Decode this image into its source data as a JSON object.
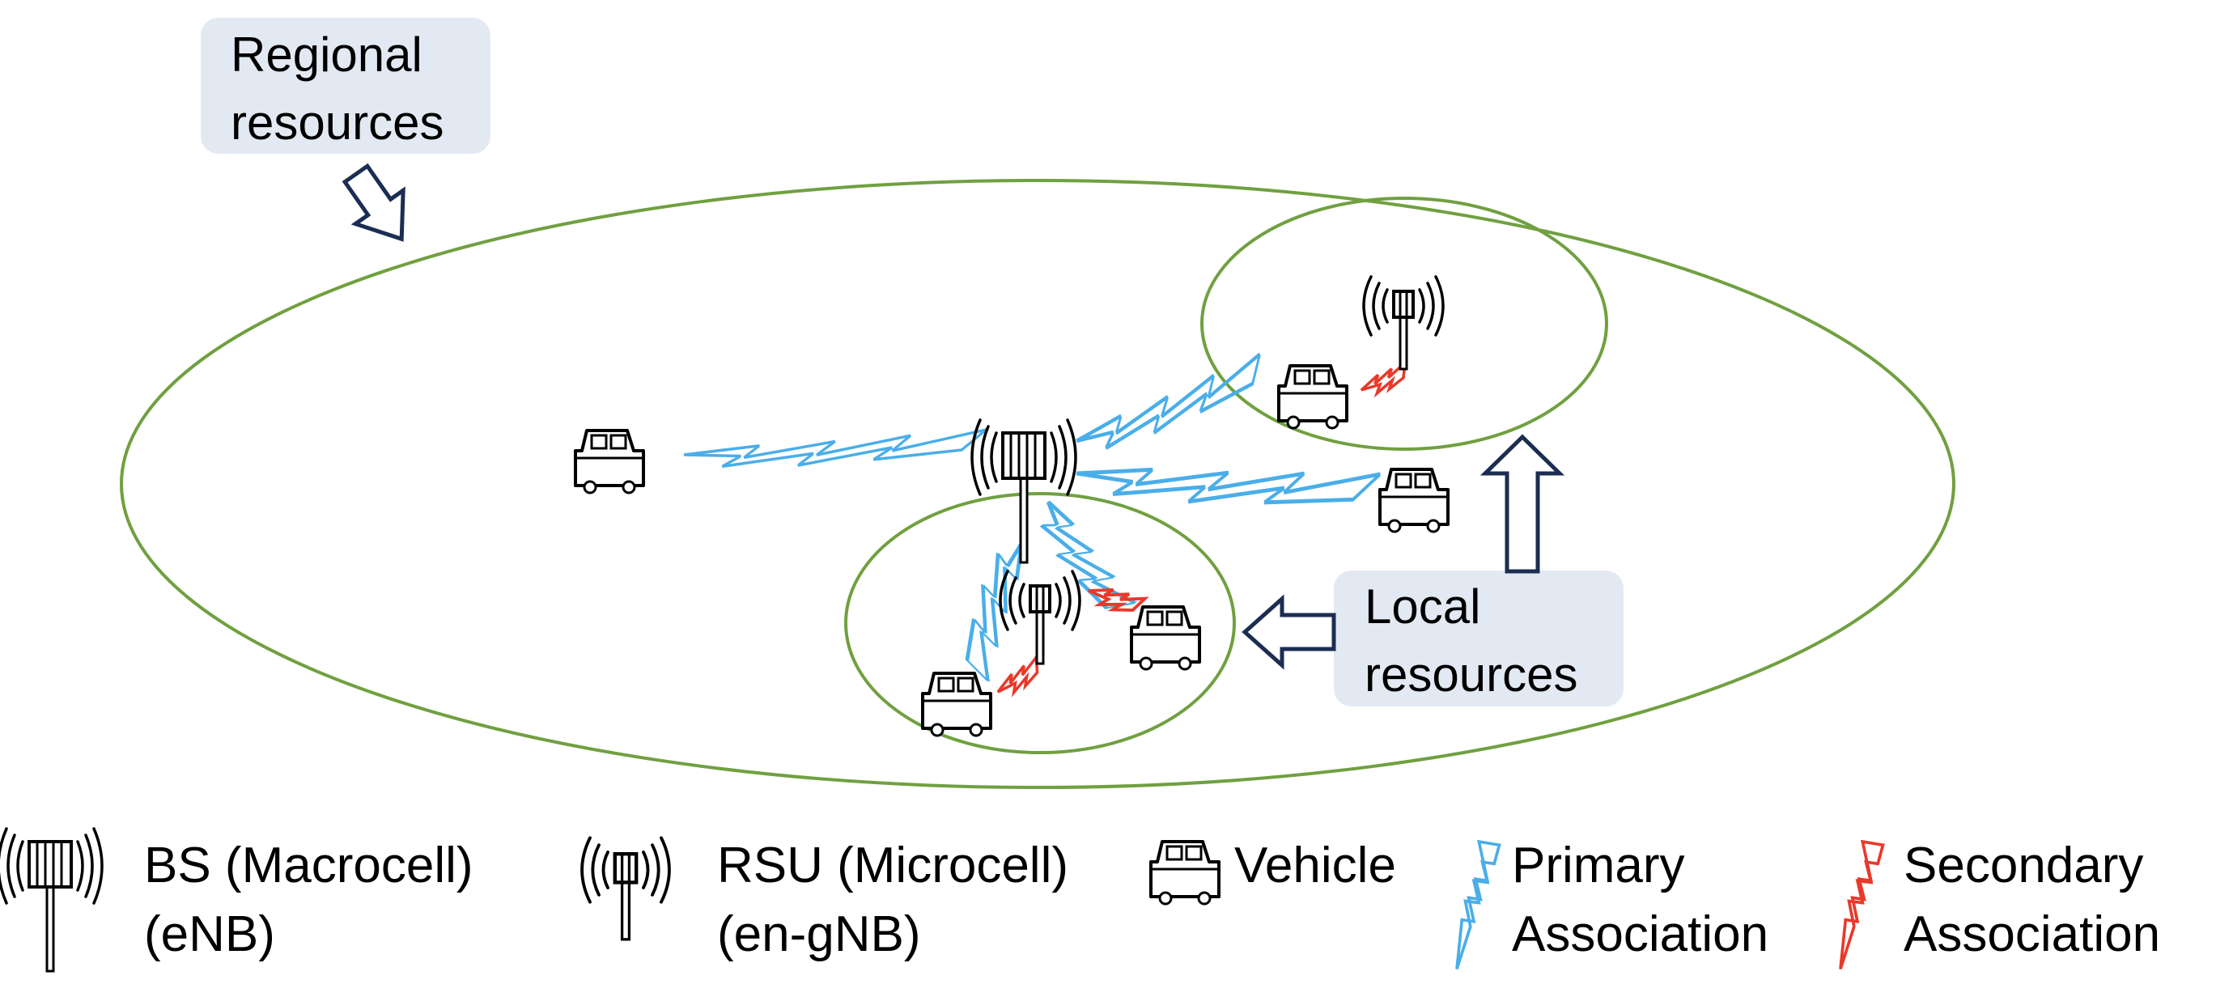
{
  "labels": {
    "regional": [
      "Regional",
      "resources"
    ],
    "local": [
      "Local",
      "resources"
    ]
  },
  "legend": {
    "bs": [
      "BS (Macrocell)",
      "(eNB)"
    ],
    "rsu": [
      "RSU (Microcell)",
      "(en-gNB)"
    ],
    "vehicle": [
      "Vehicle"
    ],
    "primary": [
      "Primary",
      "Association"
    ],
    "secondary": [
      "Secondary",
      "Association"
    ]
  },
  "colors": {
    "cell_boundary": "#70a040",
    "label_box": "#e3e9f3",
    "arrow_outline": "#1b2d52",
    "primary_link": "#4aaee8",
    "secondary_link": "#e8392a"
  },
  "icons": [
    "macrocell-tower-icon",
    "microcell-tower-icon",
    "vehicle-icon",
    "primary-link-icon",
    "secondary-link-icon",
    "hollow-arrow-icon"
  ]
}
